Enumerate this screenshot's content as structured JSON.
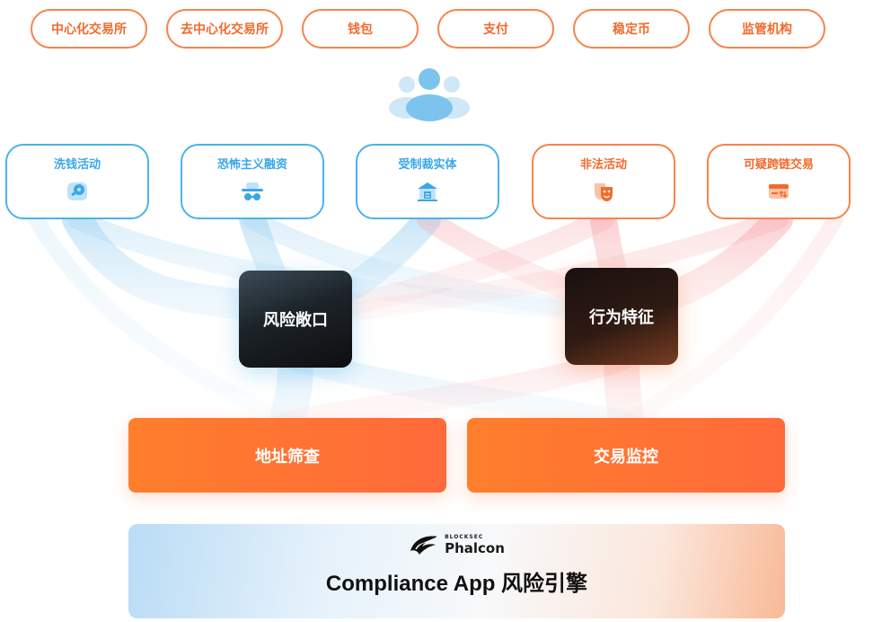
{
  "top_entities": [
    "中心化交易所",
    "去中心化交易所",
    "钱包",
    "支付",
    "稳定币",
    "监管机构"
  ],
  "risk_categories": [
    {
      "label": "洗钱活动",
      "icon": "key-icon",
      "color": "#3aa8e6"
    },
    {
      "label": "恐怖主义融资",
      "icon": "spy-icon",
      "color": "#3aa8e6"
    },
    {
      "label": "受制裁实体",
      "icon": "building-icon",
      "color": "#3aa8e6"
    },
    {
      "label": "非法活动",
      "icon": "theater-mask-icon",
      "color": "#f26a2e"
    },
    {
      "label": "可疑跨链交易",
      "icon": "cross-chain-icon",
      "color": "#f26a2e"
    }
  ],
  "analysis": {
    "risk_exposure": "风险敞口",
    "behavior_features": "行为特征"
  },
  "functions": {
    "address_screening": "地址筛查",
    "transaction_monitoring": "交易监控"
  },
  "engine": {
    "brand_sub": "BLOCKSEC",
    "brand_name": "Phalcon",
    "title": "Compliance App 风险引擎"
  },
  "colors": {
    "accent_orange": "#f7834a",
    "accent_blue": "#4ab3ea",
    "bar_orange": "#ff7430"
  }
}
